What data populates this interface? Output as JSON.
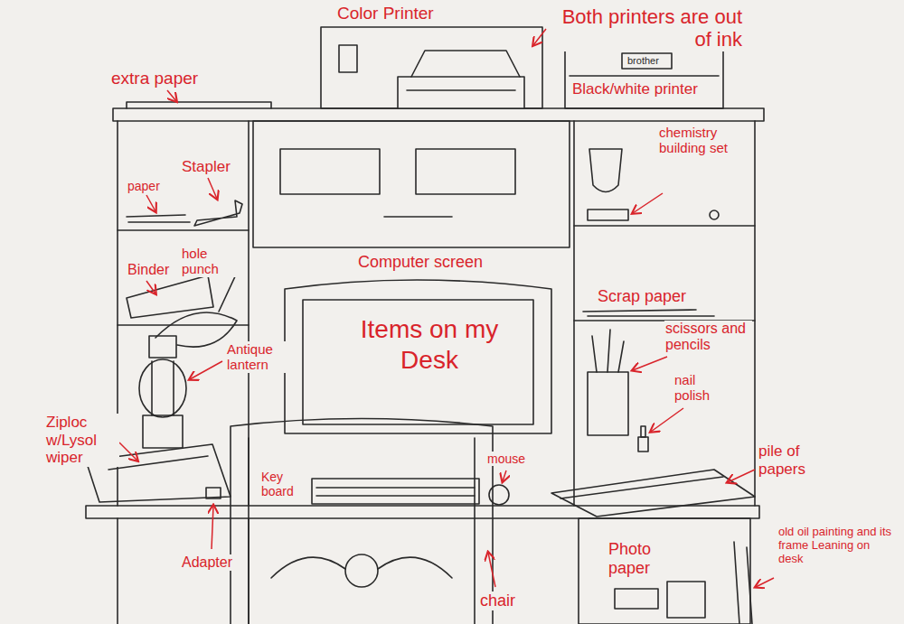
{
  "diagram": {
    "title": "Items on my Desk",
    "labels": [
      "Color Printer",
      "Both printers are out of ink",
      "extra paper",
      "brother",
      "Black/white printer",
      "paper",
      "Stapler",
      "chemistry building set",
      "Binder",
      "hole punch",
      "Computer screen",
      "Scrap paper",
      "scissors and pencils",
      "Antique lantern",
      "nail polish",
      "Ziploc w/Lysol wiper",
      "Key board",
      "mouse",
      "pile of papers",
      "Adapter",
      "chair",
      "Photo paper",
      "old oil painting and its frame Leaning on desk"
    ]
  }
}
